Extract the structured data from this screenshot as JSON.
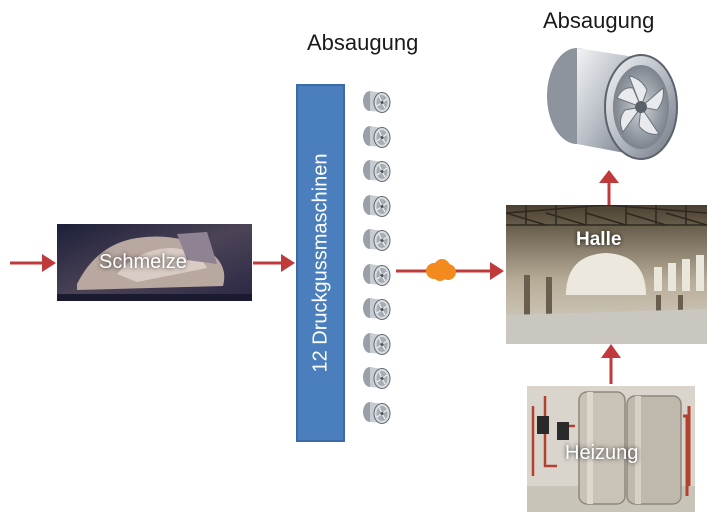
{
  "labels": {
    "absaugung_middle": "Absaugung",
    "absaugung_top": "Absaugung",
    "melt": "Schmelze",
    "machines": "12 Druckgussmaschinen",
    "hall": "Halle",
    "heating": "Heizung"
  },
  "icons": {
    "fan_count": 10,
    "fan_icon": "fan-icon",
    "blob_icon": "heat-blob-icon",
    "arrow_icon": "arrow-icon"
  },
  "colors": {
    "arrow": "#c0393b",
    "machines_bar": "#4a7ebd",
    "blob": "#f28a1e",
    "text": "#1a1a1a"
  }
}
